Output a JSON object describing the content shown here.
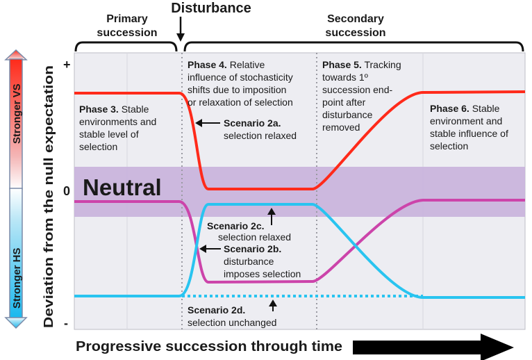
{
  "header": {
    "primary": [
      "Primary",
      "succession"
    ],
    "disturbance": "Disturbance",
    "secondary": [
      "Secondary",
      "succession"
    ]
  },
  "axis": {
    "y_label": "Deviation from the null expectation",
    "plus": "+",
    "zero": "0",
    "minus": "-",
    "x_label": "Progressive succession through time"
  },
  "side_scale": {
    "top": "Stronger VS",
    "bottom": "Stronger HS"
  },
  "neutral_label": "Neutral",
  "phases": {
    "phase3": {
      "title": "Phase 3.",
      "lines": [
        " Stable",
        "environments and",
        "stable level of",
        "selection"
      ]
    },
    "phase4": {
      "title": "Phase 4.",
      "lines": [
        " Relative",
        "influence of stochasticity",
        "shifts due to imposition",
        "or relaxation of selection"
      ]
    },
    "phase5": {
      "title": "Phase 5.",
      "lines": [
        " Tracking",
        "towards 1º",
        "succession end-",
        "point after",
        "disturbance",
        "removed"
      ]
    },
    "phase6": {
      "title": "Phase 6.",
      "lines": [
        " Stable",
        "environment and",
        "stable influence of",
        "selection"
      ]
    }
  },
  "scenarios": {
    "s2a": {
      "title": "Scenario 2a.",
      "line": "selection relaxed"
    },
    "s2b": {
      "title": "Scenario 2b.",
      "lines": [
        "disturbance",
        "imposes selection"
      ]
    },
    "s2c": {
      "title": "Scenario 2c.",
      "line": "selection relaxed"
    },
    "s2d": {
      "title": "Scenario 2d.",
      "line": "selection unchanged"
    }
  },
  "colors": {
    "red": "#ff2a1a",
    "magenta": "#cc44aa",
    "cyan": "#29c4f0",
    "neutral_band": "#c9b3dc",
    "plot_bg": "#ededf2"
  }
}
